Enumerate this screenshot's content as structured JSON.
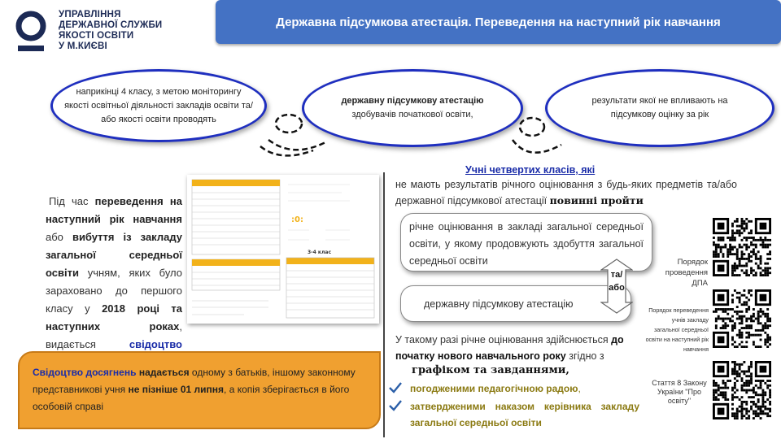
{
  "org": {
    "name_lines": [
      "УПРАВЛІННЯ",
      "ДЕРЖАВНОЇ СЛУЖБИ",
      "ЯКОСТІ ОСВІТИ",
      "У М.КИЄВІ"
    ]
  },
  "header": {
    "title": "Державна підсумкова атестація. Переведення на наступний рік навчання"
  },
  "ovals": {
    "first": "наприкінці 4 класу, з метою моніторингу якості освітньої діяльності закладів освіти та/або якості освіти проводять",
    "second_bold": "державну підсумкову атестацію",
    "second_rest": "здобувачів початкової освіти,",
    "third": "результати якої не впливають на підсумкову оцінку за рік"
  },
  "left_paragraph": {
    "p1": "Під час ",
    "b1": "переведення на наступний рік навчання",
    "p2": " або ",
    "b2": "вибуття із закладу загальної середньої освіти",
    "p3": " учням, яких було зараховано до першого класу у ",
    "b3": "2018 році та наступних роках",
    "p4": ", видається ",
    "link": "свідоцтво досягнень"
  },
  "orange_box": {
    "blue": "Свідоцтво досягнень",
    "b1": " надається",
    "t1": " одному з батьків, іншому законному представникові учня ",
    "b2": "не пізніше 01 липня",
    "t2": ", а копія зберігається в його особовій справі"
  },
  "students": {
    "heading": "Учні четвертих класів, які",
    "body": "не мають результатів річного оцінювання з будь-яких предметів та/або державної підсумкової атестації ",
    "body_bold": "повинні пройти"
  },
  "boxes": {
    "annual": "річне оцінювання в закладі загальної середньої освіти, у якому продовжують здобуття загальної середньої освіти",
    "dpa": "державну підсумкову атестацію",
    "connector": "та/ або"
  },
  "after": {
    "t1": "У такому разі річне оцінювання здійснюється ",
    "b1": "до початку нового навчального року",
    "t2": " згідно з",
    "graph": "графіком та завданнями,",
    "check1_b": "погодженими педагогічною радою",
    "check1_t": ",",
    "check2": "затвердженими наказом керівника закладу загальної середньої освіти"
  },
  "qr_labels": {
    "first": "Порядок проведення ДПА",
    "second": "Порядок переведення учнів закладу загальної середньої освіти на наступний рік навчання",
    "third": "Стаття 8 Закону України \"Про освіту\""
  },
  "form_thumbnail": {
    "grade_label": "3-4 клас"
  },
  "colors": {
    "header_bg": "#4472c4",
    "oval_border": "#1f2fbf",
    "accent_blue": "#1a2ca8",
    "orange": "#f0a030",
    "check_blue": "#2b5fa8"
  }
}
